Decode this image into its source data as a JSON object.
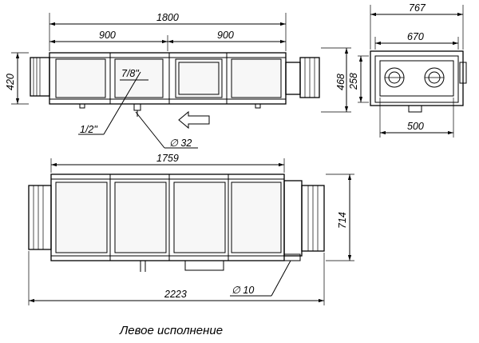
{
  "drawing": {
    "dims": {
      "overall_length_top": "1800",
      "section_left": "900",
      "section_right": "900",
      "height_left": "420",
      "height_right": "468",
      "pipe_7_8": "7/8\"",
      "pipe_1_2": "1/2\"",
      "diameter_32": "∅ 32",
      "bottom_length_inner": "1759",
      "width_714": "714",
      "bottom_overall": "2223",
      "diameter_10": "∅ 10",
      "side_width_767": "767",
      "side_width_670": "670",
      "side_height_258": "258",
      "side_width_500": "500"
    },
    "caption": "Левое исполнение"
  }
}
